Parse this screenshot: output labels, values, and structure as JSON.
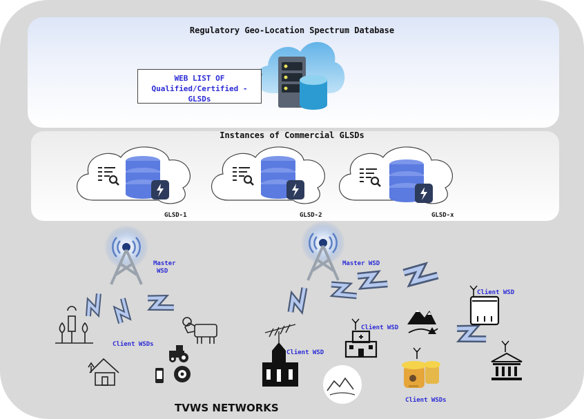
{
  "regulatory": {
    "title": "Regulatory Geo-Location Spectrum Database",
    "web_list_line1": "WEB LIST OF",
    "web_list_line2": "Qualified/Certified - GLSDs"
  },
  "commercial": {
    "title": "Instances of Commercial GLSDs",
    "glsds": [
      "GLSD-1",
      "GLSD-2",
      "GLSD-x"
    ]
  },
  "networks": {
    "left_master": [
      "Master",
      "WSD"
    ],
    "right_master": "Master WSD",
    "client_wsds_left": "Client WSDs",
    "client_wsd_tv": "Client WSD",
    "client_wsd_hospital": "Client WSD",
    "client_wsd_camera": "Client WSD",
    "client_wsds_right": "Client WSDs",
    "footer": "TVWS NETWORKS"
  },
  "colors": {
    "panel_bg": "#d9d9d9",
    "label_blue": "#2b2bd6",
    "db_blue": "#5b7be0",
    "lightning_blue": "#6f8fd0"
  }
}
